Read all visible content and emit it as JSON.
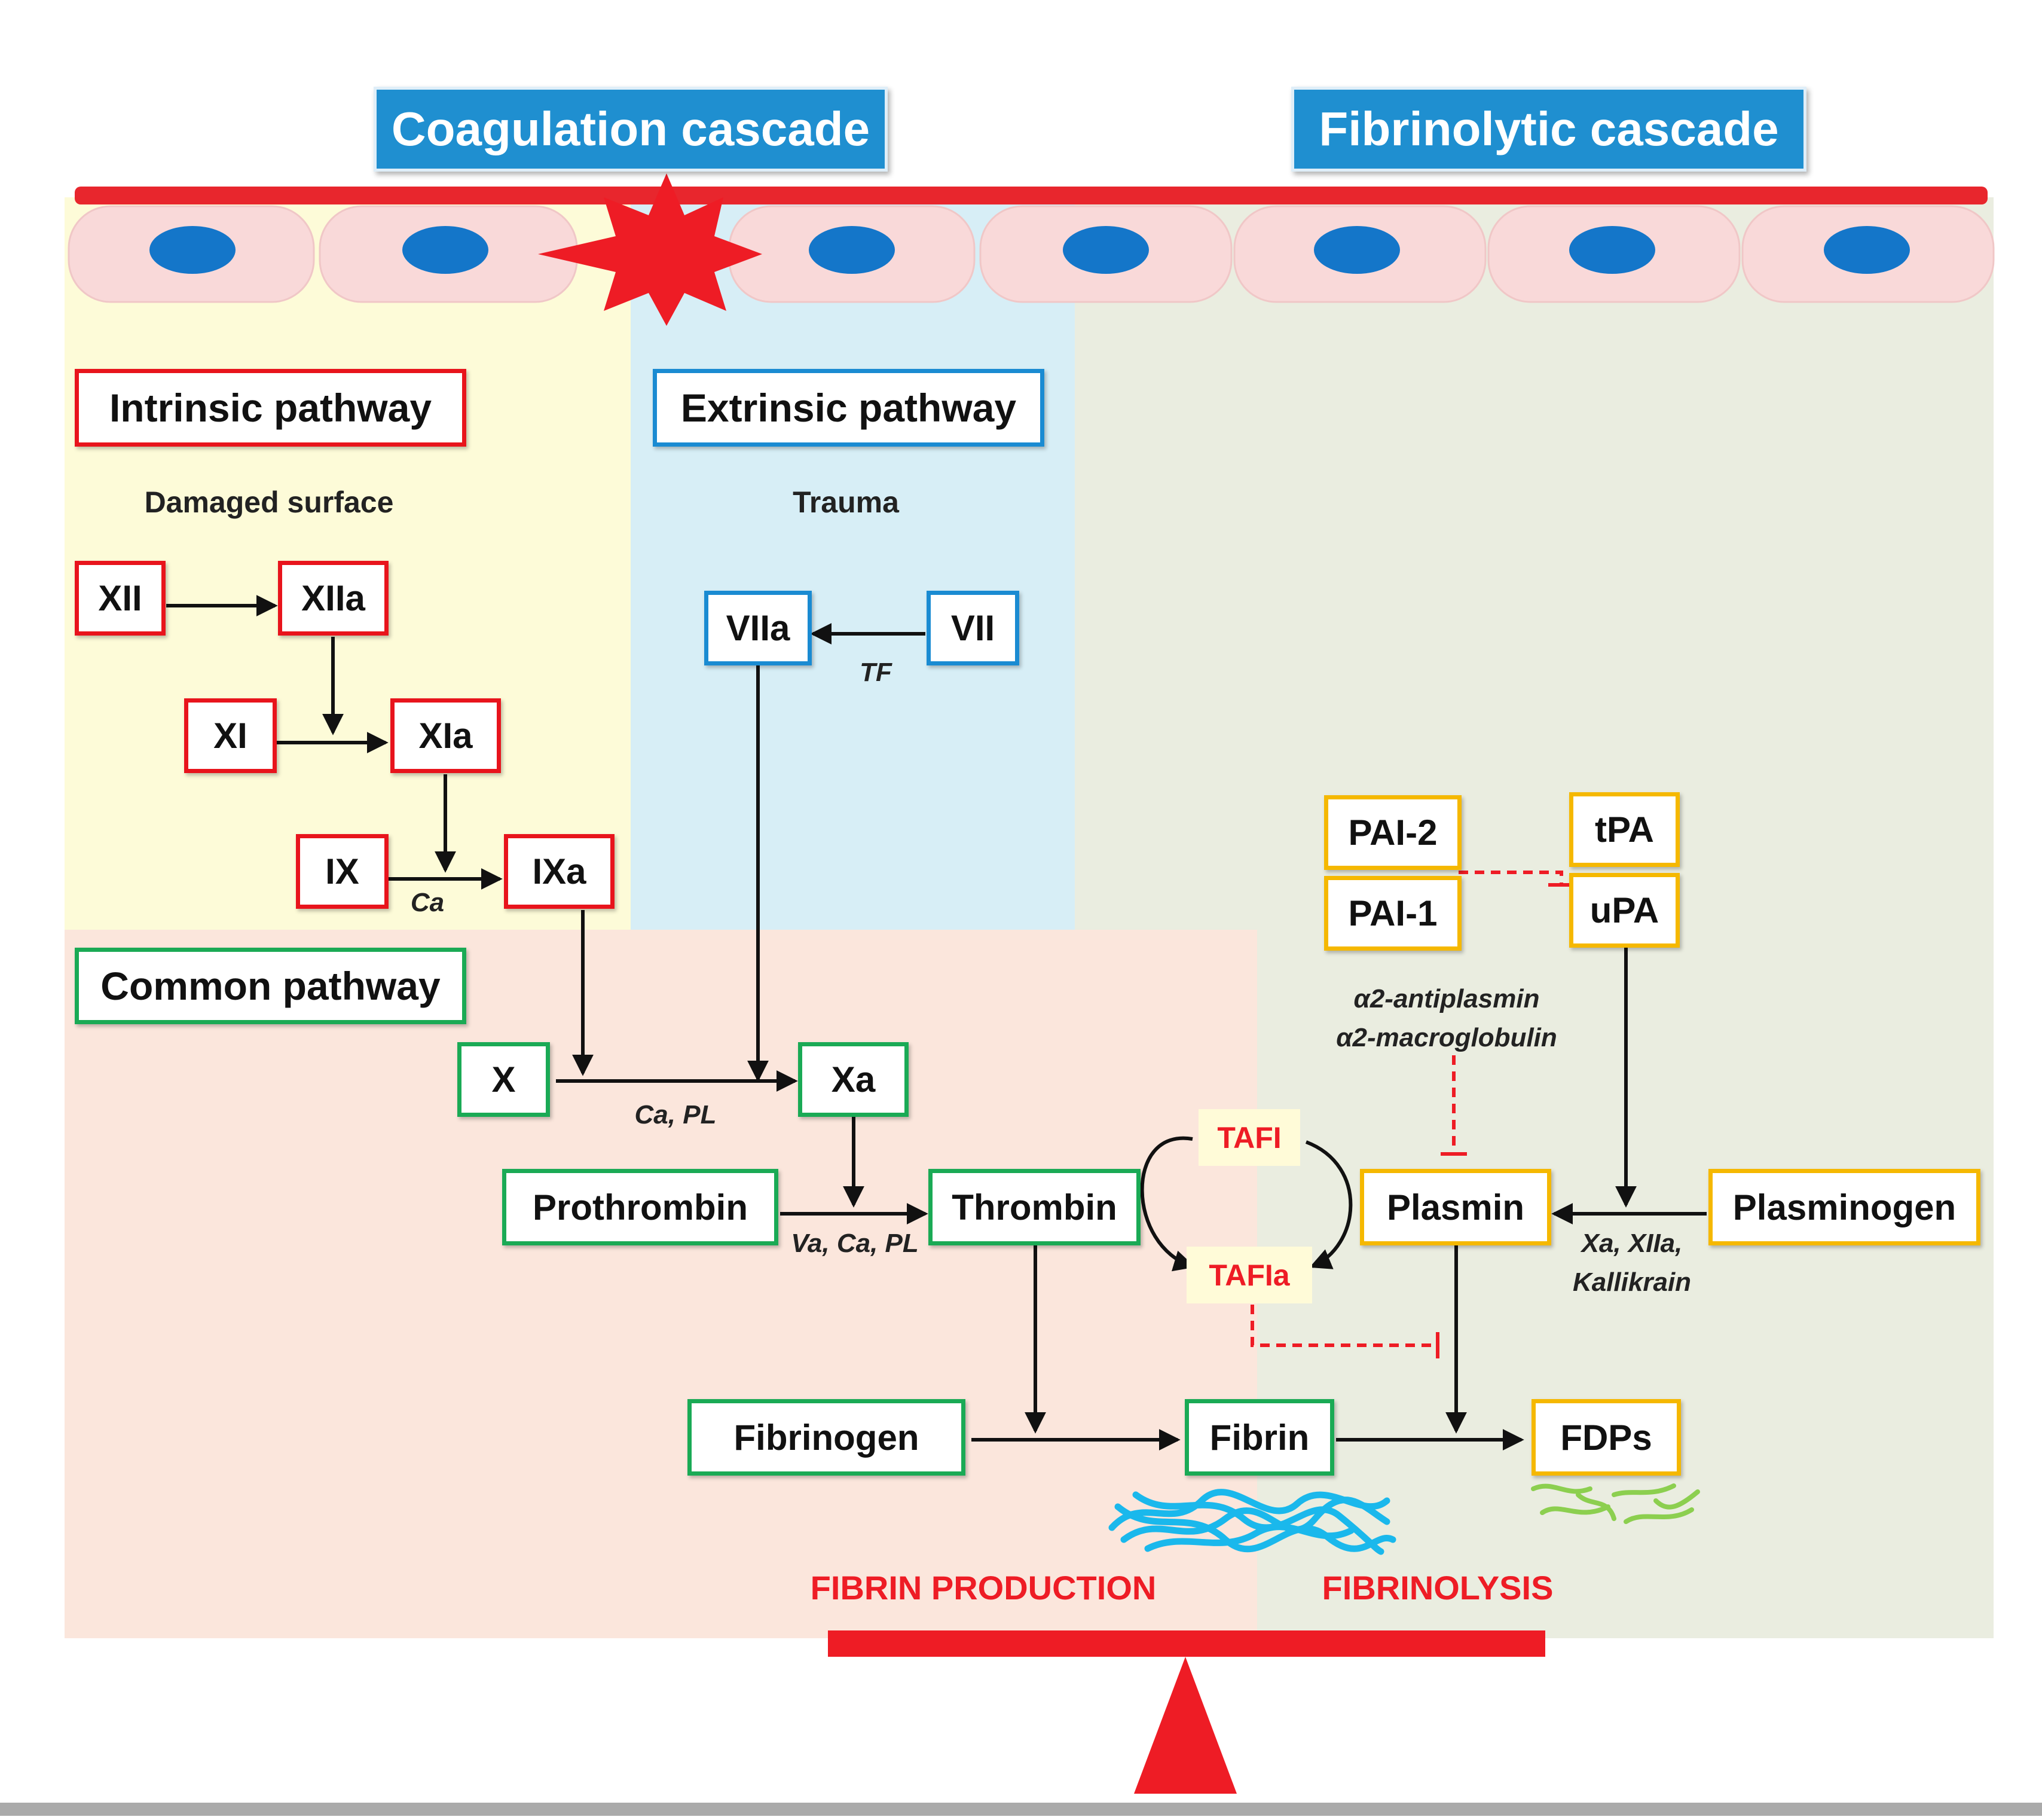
{
  "colors": {
    "intrinsic_bg": "#fdfbd8",
    "extrinsic_bg": "#d7eef6",
    "common_bg": "#fbe6dc",
    "fibrinolytic_bg": "#eaede0",
    "cell": "#f9d9d9",
    "nucleus": "#1476c9",
    "membrane": "#e8262d",
    "intrinsic_border": "#e8141c",
    "extrinsic_border": "#1a8bd2",
    "common_border": "#1aaa55",
    "fibrinolytic_border": "#f5b800",
    "inhibition": "#ee1c25",
    "fibrin_strands": "#1ab8ec",
    "fdp_strands": "#8ccf4f",
    "balance": "#ee1c25",
    "cascade_header": "#1f8fd0"
  },
  "headers": {
    "coagulation": "Coagulation cascade",
    "fibrinolytic": "Fibrinolytic cascade"
  },
  "pathways": {
    "intrinsic": {
      "title": "Intrinsic pathway",
      "trigger": "Damaged surface",
      "factors": {
        "xii": "XII",
        "xiia": "XIIa",
        "xi": "XI",
        "xia": "XIa",
        "ix": "IX",
        "ixa": "IXa"
      },
      "cofactor_ca": "Ca"
    },
    "extrinsic": {
      "title": "Extrinsic pathway",
      "trigger": "Trauma",
      "factors": {
        "vii": "VII",
        "viia": "VIIa"
      },
      "cofactor_tf": "TF"
    },
    "common": {
      "title": "Common pathway",
      "factors": {
        "x": "X",
        "xa": "Xa",
        "prothrombin": "Prothrombin",
        "thrombin": "Thrombin",
        "fibrinogen": "Fibrinogen",
        "fibrin": "Fibrin"
      },
      "cofactor_x": "Ca, PL",
      "cofactor_prothrombin": "Va, Ca, PL"
    },
    "fibrinolytic": {
      "factors": {
        "pai2": "PAI-2",
        "pai1": "PAI-1",
        "tpa": "tPA",
        "upa": "uPA",
        "plasmin": "Plasmin",
        "plasminogen": "Plasminogen",
        "fdps": "FDPs"
      },
      "inhibitor_1": "α2-antiplasmin",
      "inhibitor_2": "α2-macroglobulin",
      "activators_1": "Xa, XIIa,",
      "activators_2": "Kallikrain",
      "tafi": "TAFI",
      "tafia": "TAFIa"
    }
  },
  "balance": {
    "left": "FIBRIN PRODUCTION",
    "right": "FIBRINOLYSIS"
  }
}
